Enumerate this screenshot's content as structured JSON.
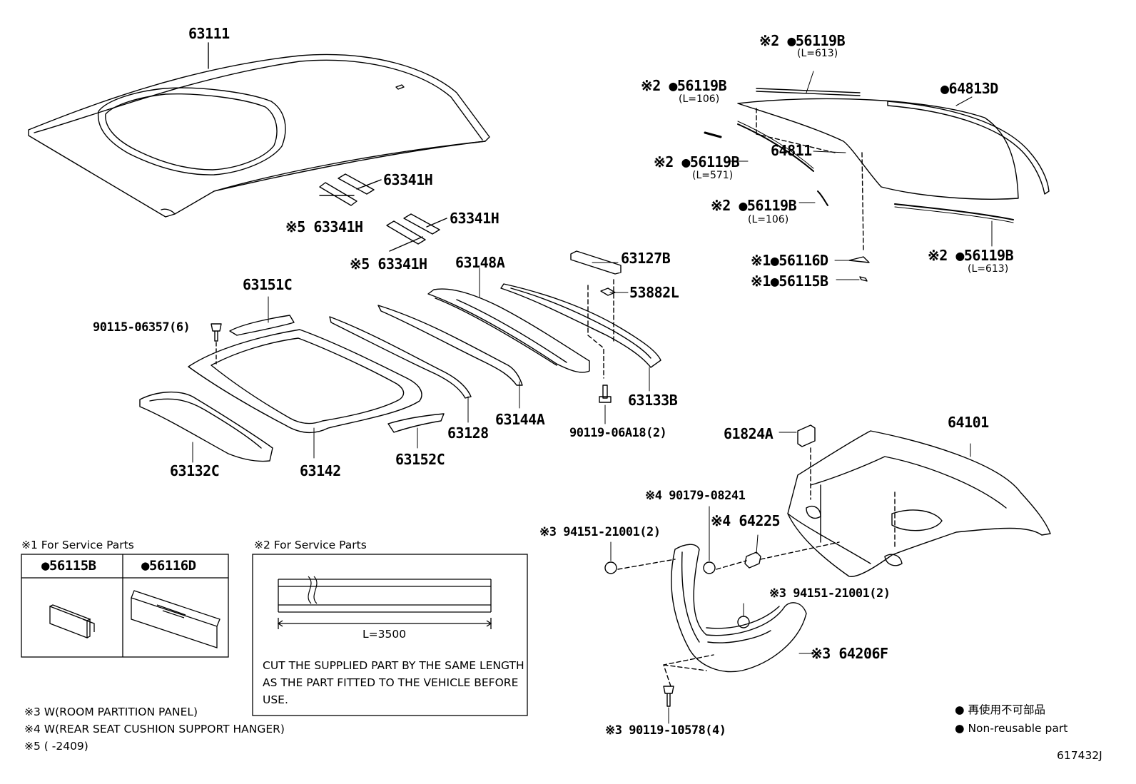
{
  "labels": {
    "p63111": "63111",
    "p56119b_top": "※2 ●56119B",
    "p56119b_top_len": "(L=613)",
    "p56119b_l106a": "※2 ●56119B",
    "p56119b_l106a_len": "(L=106)",
    "p64813d": "●64813D",
    "p64811": "64811",
    "p56119b_l571": "※2 ●56119B",
    "p56119b_l571_len": "(L=571)",
    "p56119b_l106b": "※2 ●56119B",
    "p56119b_l106b_len": "(L=106)",
    "p56116d": "※1●56116D",
    "p56115b": "※1●56115B",
    "p56119b_low": "※2 ●56119B",
    "p56119b_low_len": "(L=613)",
    "p63341h_1": "63341H",
    "p63341h_2": "※5 63341H",
    "p63341h_3": "63341H",
    "p63341h_4": "※5 63341H",
    "p63148a": "63148A",
    "p63127b": "63127B",
    "p53882l": "53882L",
    "p63151c": "63151C",
    "p90115": "90115-06357(6)",
    "p63133b": "63133B",
    "p90119_a18": "90119-06A18(2)",
    "p63144a": "63144A",
    "p63128": "63128",
    "p63152c": "63152C",
    "p63142": "63142",
    "p63132c": "63132C",
    "p61824a": "61824A",
    "p64101": "64101",
    "p90179": "※4 90179-08241",
    "p94151_a": "※3  94151-21001(2)",
    "p64225": "※4 64225",
    "p94151_b": "※3 94151-21001(2)",
    "p64206f": "※3 64206F",
    "p90119_10578": "※3  90119-10578(4)"
  },
  "box1": {
    "title": "※1 For Service Parts",
    "col1": "●56115B",
    "col2": "●56116D"
  },
  "box2": {
    "title": "※2 For Service Parts",
    "length": "L=3500",
    "text": "CUT THE SUPPLIED PART BY THE SAME LENGTH AS THE PART FITTED TO THE VEHICLE BEFORE USE."
  },
  "notes": {
    "n3": "※3 W(ROOM PARTITION PANEL)",
    "n4": "※4 W(REAR SEAT CUSHION SUPPORT HANGER)",
    "n5": "※5 (        -2409)"
  },
  "legend": {
    "jp": "● 再使用不可部品",
    "en": "● Non-reusable part"
  },
  "diagram_id": "617432J"
}
